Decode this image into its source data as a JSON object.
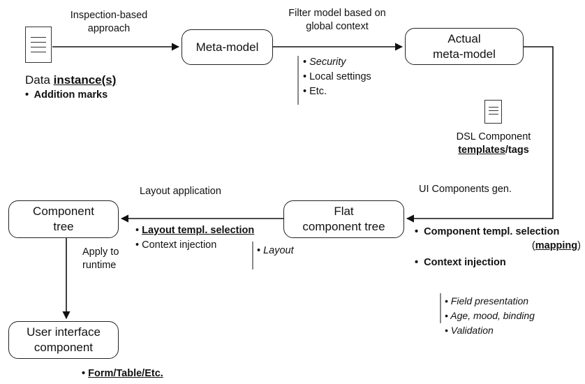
{
  "nodes": {
    "meta_model": "Meta-model",
    "actual_meta_model": [
      "Actual",
      "meta-model"
    ],
    "flat_tree": [
      "Flat",
      "component tree"
    ],
    "component_tree": [
      "Component",
      "tree"
    ],
    "ui_component": [
      "User interface",
      "component"
    ]
  },
  "edges": {
    "inspection": [
      "Inspection-based",
      "approach"
    ],
    "filter": [
      "Filter model based on",
      "global context"
    ],
    "ui_gen": "UI Components gen.",
    "layout_app": "Layout application",
    "apply_runtime": [
      "Apply to",
      "runtime"
    ]
  },
  "data_instance": {
    "prefix": "Data ",
    "emph": "instance(s)",
    "bullet": "Addition marks"
  },
  "filter_notes": [
    "Security",
    "Local settings",
    "Etc."
  ],
  "dsl": {
    "line1": "DSL Component",
    "templates": "templates",
    "slash": "/",
    "tags": "tags"
  },
  "component_selection": {
    "line1": "Component  templ. selection",
    "open": "(",
    "mapping": "mapping",
    "close": ")",
    "context": "Context injection"
  },
  "context_notes": [
    "Field presentation",
    "Age, mood, binding",
    "Validation"
  ],
  "layout_selection": {
    "main": "Layout  templ. selection",
    "sub": "Context injection",
    "layout": "Layout"
  },
  "form_note": "Form/Table/Etc."
}
